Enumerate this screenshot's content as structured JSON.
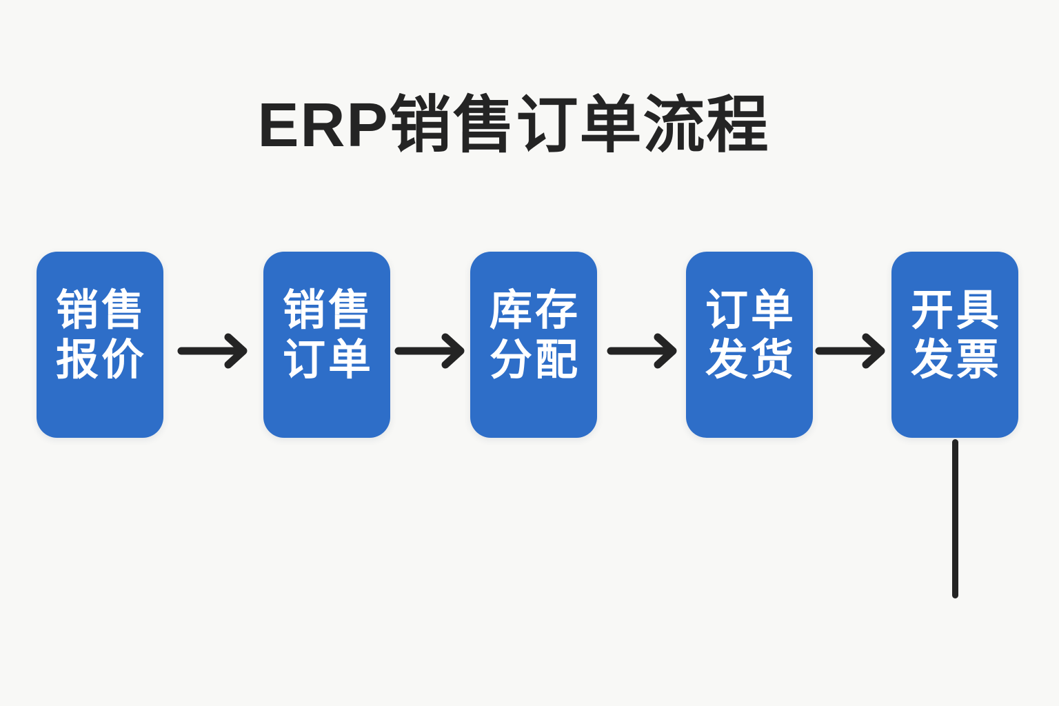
{
  "title": "ERP销售订单流程",
  "flow": {
    "steps": [
      {
        "label": "销售报价",
        "line1": "销售",
        "line2": "报价"
      },
      {
        "label": "销售订单",
        "line1": "销售",
        "line2": "订单"
      },
      {
        "label": "库存分配",
        "line1": "库存",
        "line2": "分配"
      },
      {
        "label": "订单发货",
        "line1": "订单",
        "line2": "发货"
      },
      {
        "label": "开具发票",
        "line1": "开具",
        "line2": "发票"
      }
    ],
    "connectors": [
      {
        "from": "销售报价",
        "to": "销售订单",
        "type": "arrow-right"
      },
      {
        "from": "销售订单",
        "to": "库存分配",
        "type": "arrow-right"
      },
      {
        "from": "库存分配",
        "to": "订单发货",
        "type": "arrow-right"
      },
      {
        "from": "订单发货",
        "to": "开具发票",
        "type": "arrow-right"
      },
      {
        "from": "开具发票",
        "to": "",
        "type": "line-down"
      }
    ]
  },
  "colors": {
    "background": "#f8f8f6",
    "box_fill": "#2e6ec8",
    "box_text": "#ffffff",
    "ink": "#242424"
  }
}
